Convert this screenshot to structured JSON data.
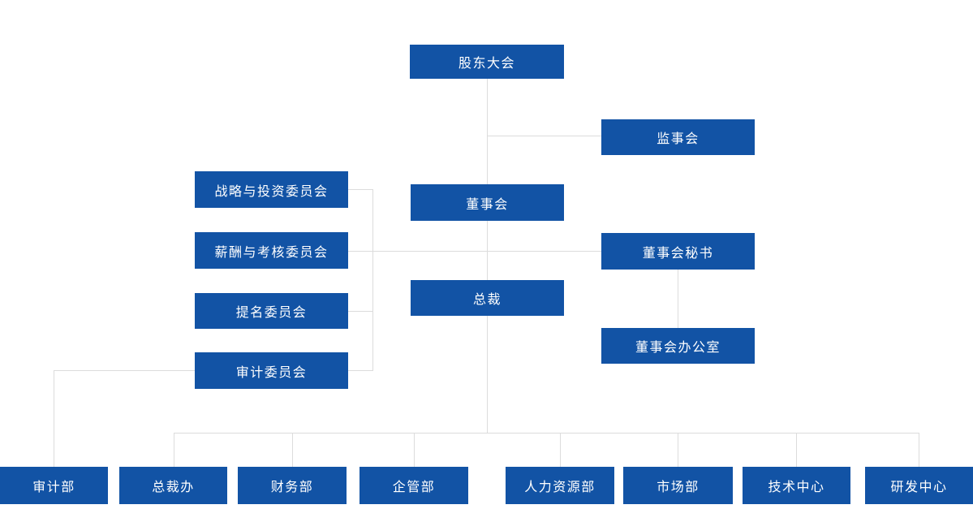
{
  "org": {
    "colors": {
      "node_bg": "#1253a5",
      "node_text": "#ffffff",
      "connector": "#dcdcdc",
      "background": "#ffffff"
    },
    "nodes": [
      {
        "id": "shareholders-meeting",
        "label": "股东大会"
      },
      {
        "id": "board-of-supervisors",
        "label": "监事会"
      },
      {
        "id": "board-of-directors",
        "label": "董事会"
      },
      {
        "id": "strategy-investment-committee",
        "label": "战略与投资委员会"
      },
      {
        "id": "remuneration-assessment-committee",
        "label": "薪酬与考核委员会"
      },
      {
        "id": "nomination-committee",
        "label": "提名委员会"
      },
      {
        "id": "audit-committee",
        "label": "审计委员会"
      },
      {
        "id": "board-secretary",
        "label": "董事会秘书"
      },
      {
        "id": "president",
        "label": "总裁"
      },
      {
        "id": "board-office",
        "label": "董事会办公室"
      },
      {
        "id": "audit-dept",
        "label": "审计部"
      },
      {
        "id": "president-office",
        "label": "总裁办"
      },
      {
        "id": "finance-dept",
        "label": "财务部"
      },
      {
        "id": "enterprise-mgmt-dept",
        "label": "企管部"
      },
      {
        "id": "hr-dept",
        "label": "人力资源部"
      },
      {
        "id": "marketing-dept",
        "label": "市场部"
      },
      {
        "id": "technology-center",
        "label": "技术中心"
      },
      {
        "id": "rd-center",
        "label": "研发中心"
      }
    ],
    "edges": [
      {
        "from": "shareholders-meeting",
        "to": "board-of-directors"
      },
      {
        "from": "shareholders-meeting",
        "to": "board-of-supervisors"
      },
      {
        "from": "board-of-directors",
        "to": "strategy-investment-committee"
      },
      {
        "from": "board-of-directors",
        "to": "remuneration-assessment-committee"
      },
      {
        "from": "board-of-directors",
        "to": "nomination-committee"
      },
      {
        "from": "board-of-directors",
        "to": "audit-committee"
      },
      {
        "from": "board-of-directors",
        "to": "board-secretary"
      },
      {
        "from": "board-of-directors",
        "to": "president"
      },
      {
        "from": "board-secretary",
        "to": "board-office"
      },
      {
        "from": "audit-committee",
        "to": "audit-dept"
      },
      {
        "from": "president",
        "to": "president-office"
      },
      {
        "from": "president",
        "to": "finance-dept"
      },
      {
        "from": "president",
        "to": "enterprise-mgmt-dept"
      },
      {
        "from": "president",
        "to": "hr-dept"
      },
      {
        "from": "president",
        "to": "marketing-dept"
      },
      {
        "from": "president",
        "to": "technology-center"
      },
      {
        "from": "president",
        "to": "rd-center"
      }
    ]
  }
}
